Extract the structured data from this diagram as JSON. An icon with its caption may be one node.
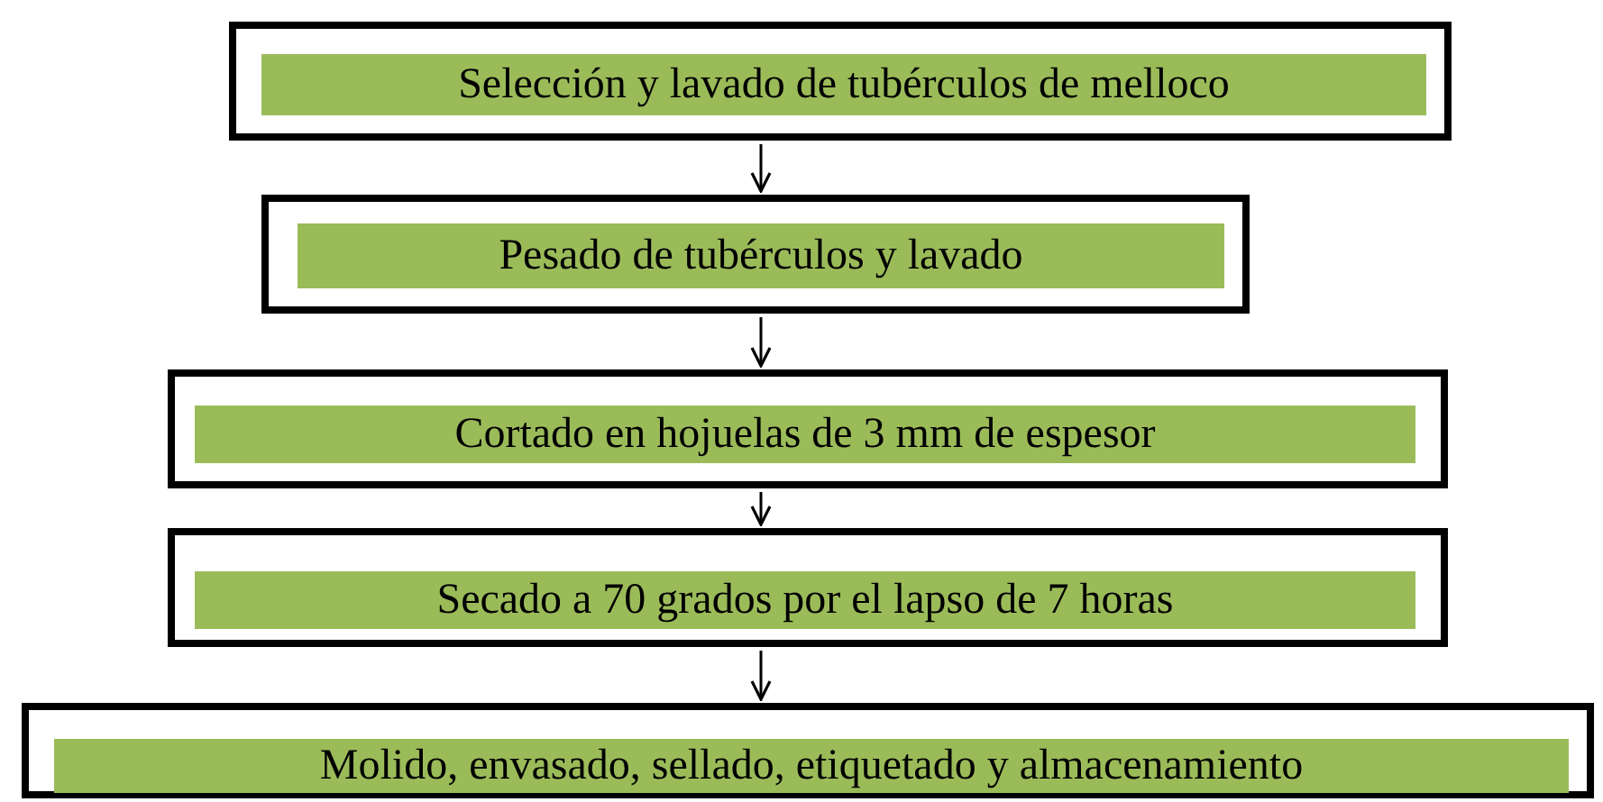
{
  "diagram": {
    "nodes": [
      {
        "text": [
          "Selección y lavado de tubérculos de melloco"
        ]
      },
      {
        "text": [
          "Pesado de tubérculos y lavado"
        ]
      },
      {
        "text": [
          "Cortado en hojuelas de 3 mm de espesor"
        ]
      },
      {
        "text": [
          "Secado a 70 grados por el lapso de 7 horas"
        ]
      },
      {
        "text": [
          "Molido, envasado, sellado, etiquetado y almacenamiento"
        ]
      }
    ],
    "edges": [
      {
        "from": 0,
        "to": 1,
        "arrow": "to"
      },
      {
        "from": 1,
        "to": 2,
        "arrow": "to"
      },
      {
        "from": 2,
        "to": 3,
        "arrow": "to"
      },
      {
        "from": 3,
        "to": 4,
        "arrow": "to"
      }
    ]
  }
}
